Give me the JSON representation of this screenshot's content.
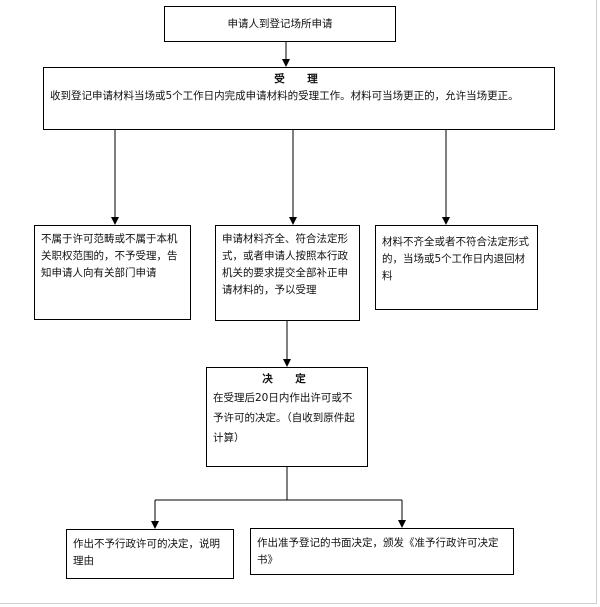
{
  "nodes": {
    "apply": "申请人到登记场所申请",
    "accept_title": "受　理",
    "accept_body": "收到登记申请材料当场或5个工作日内完成申请材料的受理工作。材料可当场更正的，允许当场更正。",
    "reject": "不属于许可范畴或不属于本机关职权范围的，不予受理，告知申请人向有关部门申请",
    "accept_ok": "申请材料齐全、符合法定形式，或者申请人按照本行政机关的要求提交全部补正申请材料的，予以受理",
    "return": "材料不齐全或者不符合法定形式的，当场或5个工作日内退回材料",
    "decide_title": "决　定",
    "decide_body": "在受理后20日内作出许可或不予许可的决定。（自收到原件起计算）",
    "deny": "作出不予行政许可的决定，说明理由",
    "grant": "作出准予登记的书面决定，颁发《准予行政许可决定书》"
  }
}
